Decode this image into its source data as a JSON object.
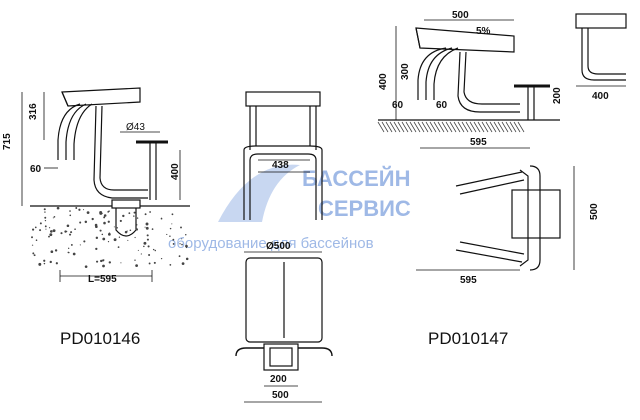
{
  "watermark": {
    "line1": "БАССЕЙН",
    "line2": "СЕРВИС",
    "tagline": "оборудование для бассейнов",
    "color": "#9fb9e6"
  },
  "products": [
    {
      "code": "PD010146"
    },
    {
      "code": "PD010147"
    }
  ],
  "dims": {
    "left": {
      "h715": "715",
      "h316": "316",
      "d43": "Ø43",
      "w60": "60",
      "h400": "400",
      "length": "L=595"
    },
    "center": {
      "w438": "438",
      "d500": "Ø500",
      "w200": "200",
      "w500": "500"
    },
    "right": {
      "w500": "500",
      "slope": "5%",
      "h400": "400",
      "h300": "300",
      "a60": "60",
      "b60": "60",
      "h200": "200",
      "w595": "595",
      "side400": "400",
      "plan500": "500",
      "plan595": "595"
    }
  },
  "colors": {
    "line": "#111111",
    "hatch": "#444444"
  }
}
